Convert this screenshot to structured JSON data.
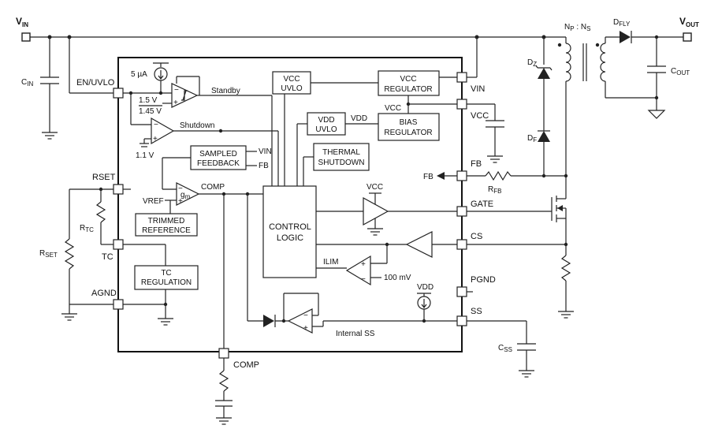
{
  "terminals": {
    "vin": "V",
    "vin_sub": "IN",
    "vout": "V",
    "vout_sub": "OUT"
  },
  "pins": {
    "en_uvlo": "EN/UVLO",
    "rset": "RSET",
    "tc": "TC",
    "agnd": "AGND",
    "comp": "COMP",
    "vin": "VIN",
    "vcc": "VCC",
    "fb": "FB",
    "gate": "GATE",
    "cs": "CS",
    "pgnd": "PGND",
    "ss": "SS"
  },
  "blocks": {
    "vcc_uvlo": [
      "VCC",
      "UVLO"
    ],
    "vcc_regulator": [
      "VCC",
      "REGULATOR"
    ],
    "vdd_uvlo": [
      "VDD",
      "UVLO"
    ],
    "bias_regulator": [
      "BIAS",
      "REGULATOR"
    ],
    "sampled_feedback": [
      "SAMPLED",
      "FEEDBACK"
    ],
    "thermal_shutdown": [
      "THERMAL",
      "SHUTDOWN"
    ],
    "control_logic": [
      "CONTROL",
      "LOGIC"
    ],
    "trimmed_reference": [
      "TRIMMED",
      "REFERENCE"
    ],
    "tc_regulation": [
      "TC",
      "REGULATION"
    ]
  },
  "labels": {
    "current_5ua": "5 µA",
    "v15": "1.5 V",
    "v145": "1.45 V",
    "standby": "Standby",
    "shutdown": "Shutdown",
    "v11": "1.1 V",
    "vin_sf": "VIN",
    "fb_sf": "FB",
    "vref": "VREF",
    "gm": "g",
    "gm_sub": "m",
    "comp_internal": "COMP",
    "vdd_net": "VDD",
    "vcc_net": "VCC",
    "vcc_driver": "VCC",
    "ilim": "ILIM",
    "mv100": "100 mV",
    "vdd_src": "VDD",
    "internal_ss": "Internal SS",
    "fb_out": "FB",
    "plus": "+",
    "minus": "−"
  },
  "components": {
    "cin": "C",
    "cin_sub": "IN",
    "rset": "R",
    "rset_sub": "SET",
    "rtc": "R",
    "rtc_sub": "TC",
    "rfb": "R",
    "rfb_sub": "FB",
    "css": "C",
    "css_sub": "SS",
    "cout": "C",
    "cout_sub": "OUT",
    "dz": "D",
    "dz_sub": "Z",
    "df": "D",
    "df_sub": "F",
    "dfly": "D",
    "dfly_sub": "FLY",
    "np": "N",
    "np_sub": "P",
    "ratio_sep": " : ",
    "ns": "N",
    "ns_sub": "S"
  }
}
